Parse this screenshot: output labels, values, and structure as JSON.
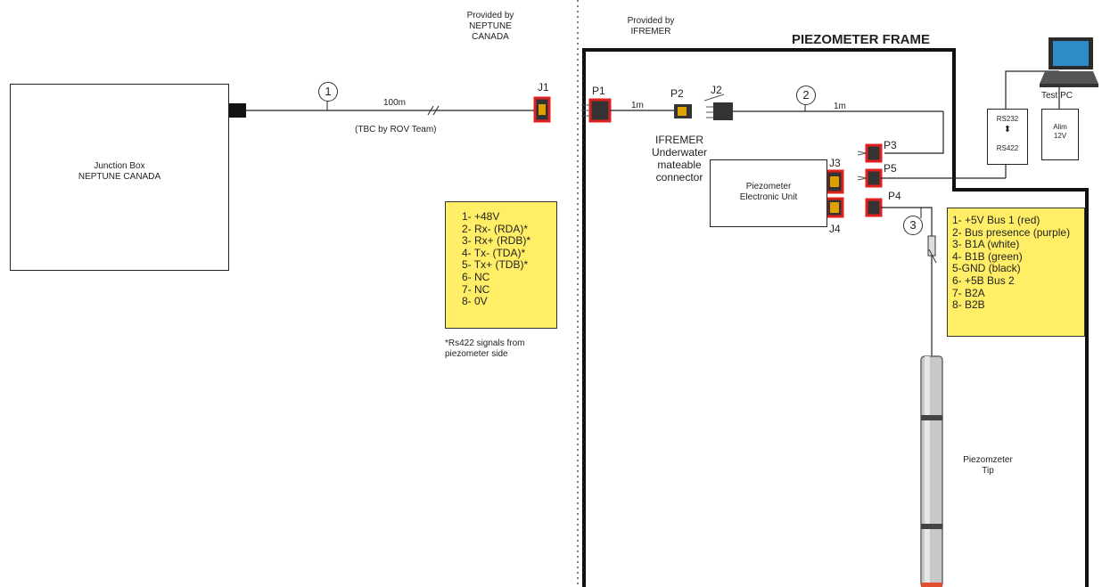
{
  "provider_neptune": [
    "Provided by",
    "NEPTUNE",
    "CANADA"
  ],
  "provider_ifremer": [
    "Provided by",
    "IFREMER"
  ],
  "frame_title": "PIEZOMETER FRAME",
  "junction_box": [
    "Junction Box",
    "NEPTUNE CANADA"
  ],
  "cable1": {
    "number": "1",
    "length": "100m",
    "note": "(TBC by ROV Team)"
  },
  "cable2": {
    "number": "2",
    "length": "1m"
  },
  "cable3": {
    "number": "3"
  },
  "short_cable_length": "1m",
  "connectors": {
    "j1": "J1",
    "p1": "P1",
    "p2": "P2",
    "j2": "J2",
    "j3": "J3",
    "j4": "J4",
    "p3": "P3",
    "p4": "P4",
    "p5": "P5"
  },
  "ifremer_connector": [
    "IFREMER",
    "Underwater",
    "mateable",
    "connector"
  ],
  "electronic_unit": [
    "Piezometer",
    "Electronic Unit"
  ],
  "test_pc": "Test PC",
  "converter": {
    "top": "RS232",
    "bottom": "RS422"
  },
  "power": [
    "Alim",
    "12V"
  ],
  "pinout_left": [
    "1- +48V",
    "2- Rx- (RDA)*",
    "3- Rx+ (RDB)*",
    "4- Tx- (TDA)*",
    "5- Tx+ (TDB)*",
    "6- NC",
    "7- NC",
    "8- 0V"
  ],
  "footnote": [
    "*Rs422 signals from",
    "piezometer side"
  ],
  "pinout_right": [
    "1- +5V Bus 1 (red)",
    "2- Bus presence (purple)",
    "3- B1A (white)",
    "4- B1B (green)",
    "5-GND (black)",
    "6- +5B Bus 2",
    "7- B2A",
    "8- B2B"
  ],
  "tip": [
    "Piezomzeter",
    "Tip"
  ],
  "colors": {
    "yellow_box": "#ffee66",
    "connector_red": "#e02020",
    "frame": "#111111"
  }
}
